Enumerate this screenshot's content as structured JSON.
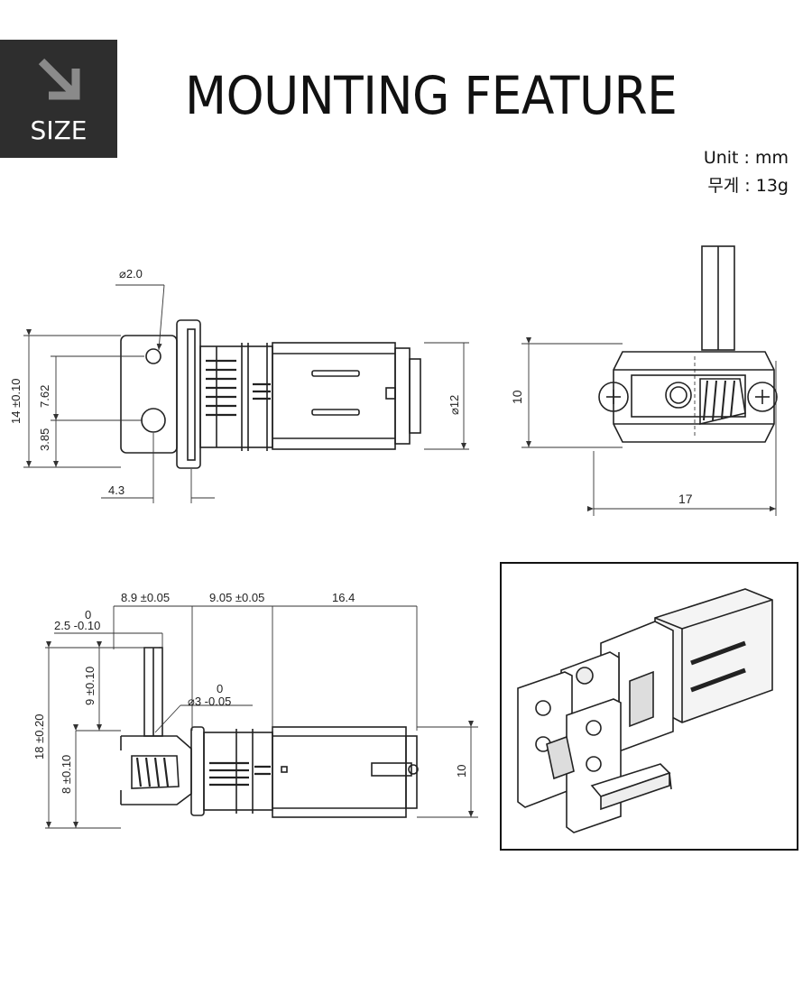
{
  "badge": {
    "label": "SIZE",
    "icon": "arrow-down-right-icon"
  },
  "title": "MOUNTING FEATURE",
  "meta": {
    "unit": "Unit : mm",
    "weight": "무게 : 13g"
  },
  "front_view": {
    "hole_dia": "⌀2.0",
    "height_total": "14 ±0.10",
    "hole_spacing": "7.62",
    "hole_offset": "3.85",
    "edge_offset": "4.3",
    "motor_dia": "⌀12"
  },
  "end_view": {
    "height": "10",
    "width": "17"
  },
  "side_view": {
    "zero_top": "0",
    "shaft_offset": "2.5 -0.10",
    "dim_a": "8.9 ±0.05",
    "dim_b": "9.05 ±0.05",
    "dim_c": "16.4",
    "shaft_len": "9 ±0.10",
    "zero_shaft": "0",
    "shaft_dia": "⌀3 -0.05",
    "height_total": "18 ±0.20",
    "height_low": "8 ±0.10",
    "motor_h": "10"
  },
  "photo": {
    "name": "isometric-render"
  }
}
